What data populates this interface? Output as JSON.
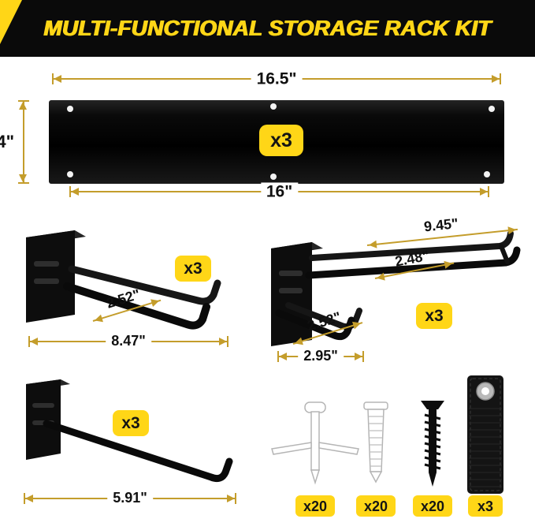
{
  "header": {
    "title": "MULTI-FUNCTIONAL STORAGE RACK KIT"
  },
  "colors": {
    "accent_yellow": "#FFD617",
    "dimension_gold": "#C49D2B",
    "metal_black": "#0D0D0D",
    "header_bg": "#0A0A0A"
  },
  "rail": {
    "qty": "x3",
    "dim_top": "16.5\"",
    "dim_height": "4\"",
    "dim_bottom": "16\""
  },
  "hook_double": {
    "qty": "x3",
    "dim_depth": "2.52\"",
    "dim_length": "8.47\""
  },
  "hook_rack": {
    "qty": "x3",
    "dim_length": "9.45\"",
    "dim_gap": "2.48\"",
    "dim_depth": "2.52\"",
    "dim_base": "2.95\""
  },
  "hook_flat": {
    "qty": "x3",
    "dim_length": "5.91\""
  },
  "hardware": {
    "toggle_anchor": {
      "icon": "toggle-anchor-icon",
      "qty": "x20"
    },
    "expansion_anchor": {
      "icon": "expansion-anchor-icon",
      "qty": "x20"
    },
    "screw": {
      "icon": "screw-icon",
      "qty": "x20"
    },
    "strap": {
      "icon": "strap-icon",
      "qty": "x3"
    }
  }
}
